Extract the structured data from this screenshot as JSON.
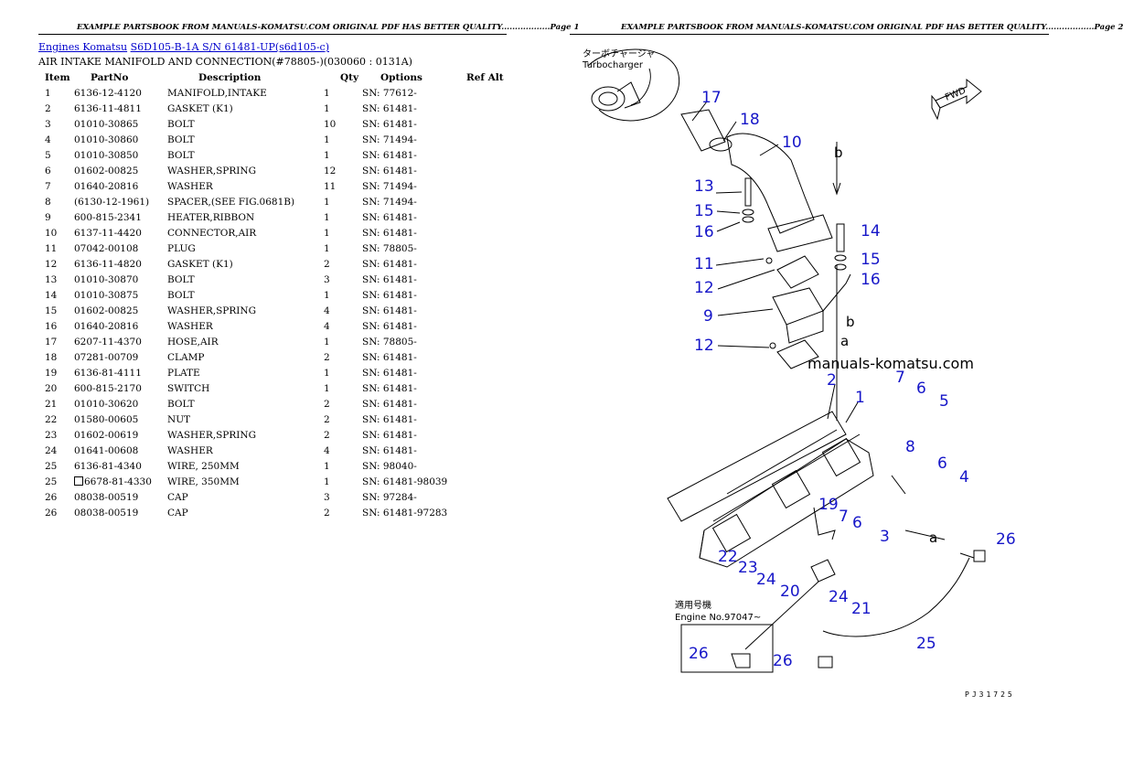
{
  "page1": {
    "header": "EXAMPLE PARTSBOOK FROM MANUALS-KOMATSU.COM ORIGINAL PDF HAS BETTER QUALITY..................Page 1",
    "breadcrumb": {
      "link1": "Engines Komatsu",
      "link2": "S6D105-B-1A S/N 61481-UP(s6d105-c)"
    },
    "subtitle": "AIR INTAKE MANIFOLD AND CONNECTION(#78805-)(030060 : 0131A)",
    "columns": [
      "Item",
      "PartNo",
      "Description",
      "Qty",
      "Options",
      "Ref Alt"
    ],
    "rows": [
      [
        "1",
        "6136-12-4120",
        "MANIFOLD,INTAKE",
        "1",
        "SN: 77612-",
        ""
      ],
      [
        "2",
        "6136-11-4811",
        "GASKET (K1)",
        "1",
        "SN: 61481-",
        ""
      ],
      [
        "3",
        "01010-30865",
        "BOLT",
        "10",
        "SN: 61481-",
        ""
      ],
      [
        "4",
        "01010-30860",
        "BOLT",
        "1",
        "SN: 71494-",
        ""
      ],
      [
        "5",
        "01010-30850",
        "BOLT",
        "1",
        "SN: 61481-",
        ""
      ],
      [
        "6",
        "01602-00825",
        "WASHER,SPRING",
        "12",
        "SN: 61481-",
        ""
      ],
      [
        "7",
        "01640-20816",
        "WASHER",
        "11",
        "SN: 71494-",
        ""
      ],
      [
        "8",
        "(6130-12-1961)",
        "SPACER,(SEE FIG.0681B)",
        "1",
        "SN: 71494-",
        ""
      ],
      [
        "9",
        "600-815-2341",
        "HEATER,RIBBON",
        "1",
        "SN: 61481-",
        ""
      ],
      [
        "10",
        "6137-11-4420",
        "CONNECTOR,AIR",
        "1",
        "SN: 61481-",
        ""
      ],
      [
        "11",
        "07042-00108",
        "PLUG",
        "1",
        "SN: 78805-",
        ""
      ],
      [
        "12",
        "6136-11-4820",
        "GASKET (K1)",
        "2",
        "SN: 61481-",
        ""
      ],
      [
        "13",
        "01010-30870",
        "BOLT",
        "3",
        "SN: 61481-",
        ""
      ],
      [
        "14",
        "01010-30875",
        "BOLT",
        "1",
        "SN: 61481-",
        ""
      ],
      [
        "15",
        "01602-00825",
        "WASHER,SPRING",
        "4",
        "SN: 61481-",
        ""
      ],
      [
        "16",
        "01640-20816",
        "WASHER",
        "4",
        "SN: 61481-",
        ""
      ],
      [
        "17",
        "6207-11-4370",
        "HOSE,AIR",
        "1",
        "SN: 78805-",
        ""
      ],
      [
        "18",
        "07281-00709",
        "CLAMP",
        "2",
        "SN: 61481-",
        ""
      ],
      [
        "19",
        "6136-81-4111",
        "PLATE",
        "1",
        "SN: 61481-",
        ""
      ],
      [
        "20",
        "600-815-2170",
        "SWITCH",
        "1",
        "SN: 61481-",
        ""
      ],
      [
        "21",
        "01010-30620",
        "BOLT",
        "2",
        "SN: 61481-",
        ""
      ],
      [
        "22",
        "01580-00605",
        "NUT",
        "2",
        "SN: 61481-",
        ""
      ],
      [
        "23",
        "01602-00619",
        "WASHER,SPRING",
        "2",
        "SN: 61481-",
        ""
      ],
      [
        "24",
        "01641-00608",
        "WASHER",
        "4",
        "SN: 61481-",
        ""
      ],
      [
        "25",
        "6136-81-4340",
        "WIRE, 250MM",
        "1",
        "SN: 98040-",
        ""
      ],
      [
        "25",
        "6678-81-4330",
        "WIRE, 350MM",
        "1",
        "SN: 61481-98039",
        ""
      ],
      [
        "26",
        "08038-00519",
        "CAP",
        "3",
        "SN: 97284-",
        ""
      ],
      [
        "26",
        "08038-00519",
        "CAP",
        "2",
        "SN: 61481-97283",
        ""
      ]
    ]
  },
  "page2": {
    "header": "EXAMPLE PARTSBOOK FROM MANUALS-KOMATSU.COM ORIGINAL PDF HAS BETTER QUALITY..................Page 2",
    "watermark": "manuals-komatsu.com",
    "turbo_label_jp": "ターボチャージャ",
    "turbo_label": "Turbocharger",
    "fwd_label": "FWD",
    "engine_no_jp": "適用号機",
    "engine_no": "Engine No.97047~",
    "footer_code": "PJ31725",
    "callouts": [
      "17",
      "18",
      "10",
      "13",
      "15",
      "16",
      "14",
      "15",
      "16",
      "11",
      "12",
      "9",
      "12",
      "2",
      "7",
      "6",
      "5",
      "1",
      "8",
      "6",
      "4",
      "19",
      "7",
      "6",
      "3",
      "22",
      "23",
      "24",
      "20",
      "24",
      "21",
      "26",
      "25",
      "26",
      "26"
    ],
    "letters": [
      "b",
      "b",
      "a",
      "a"
    ]
  }
}
